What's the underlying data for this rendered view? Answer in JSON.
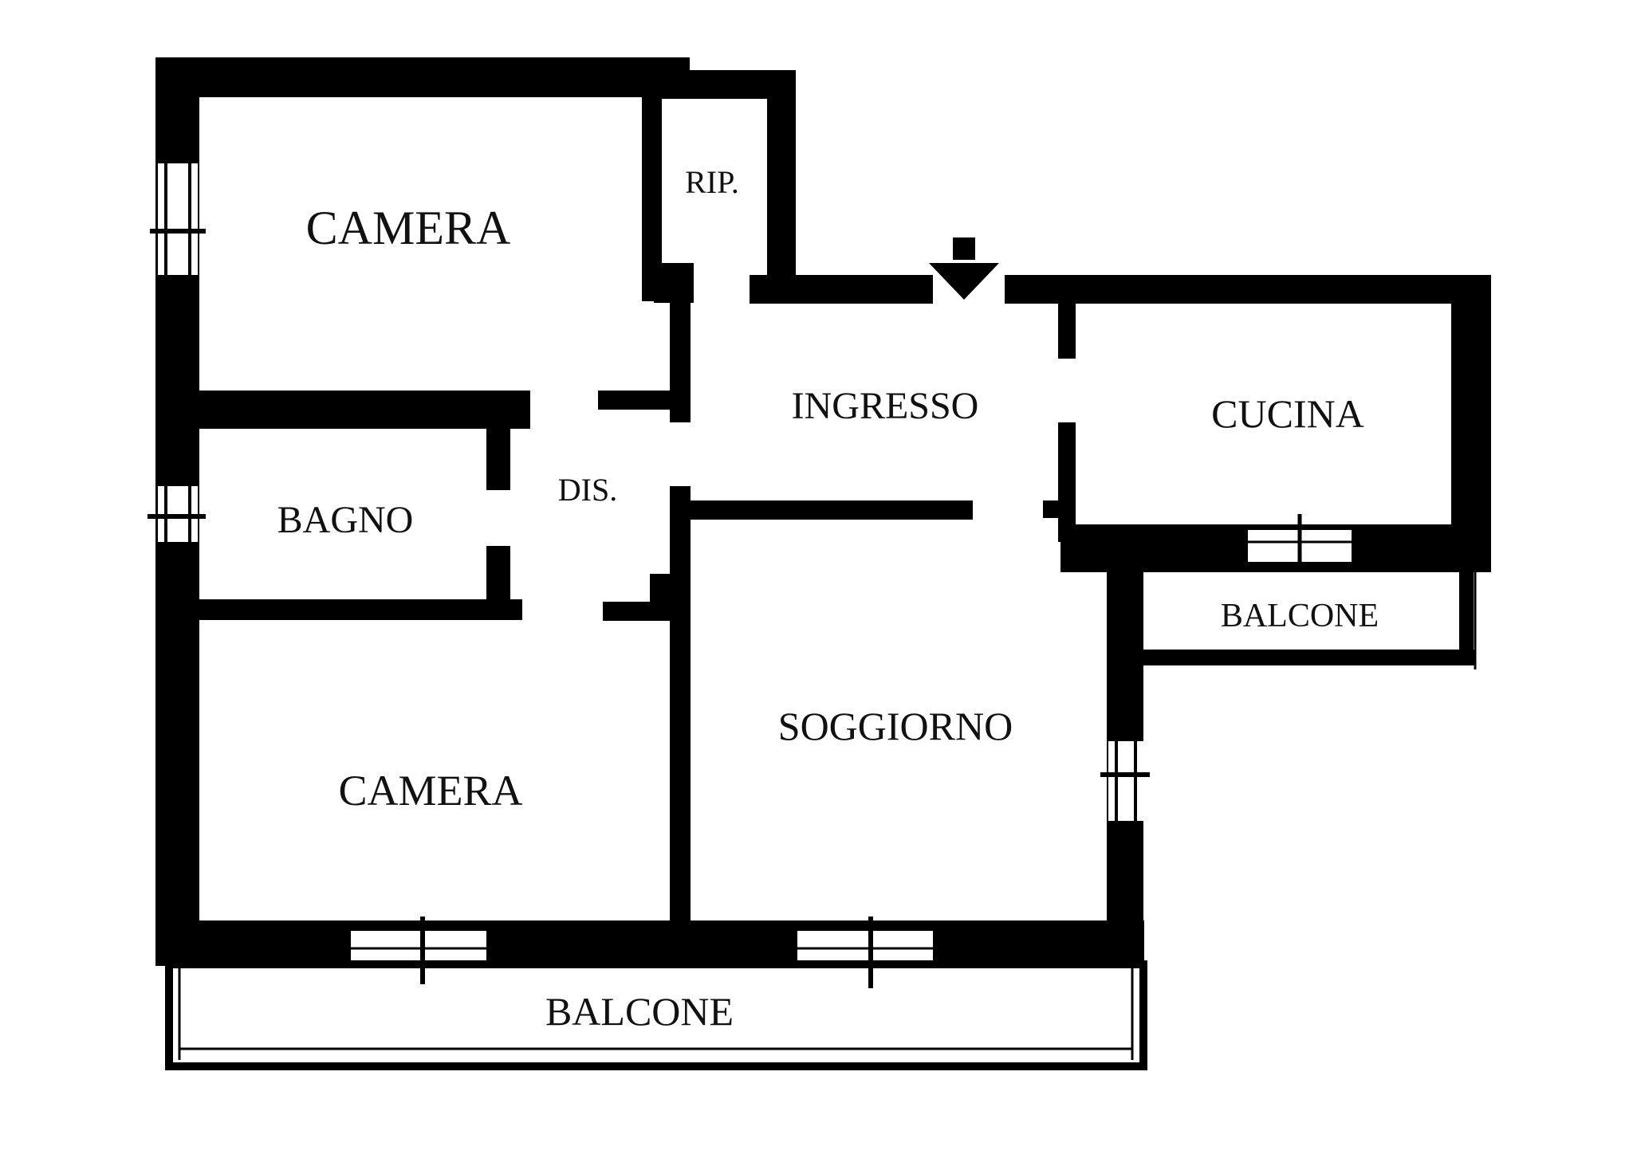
{
  "plan": {
    "colors": {
      "wall": "#000000",
      "background": "#ffffff",
      "text": "#111111"
    },
    "rooms": {
      "camera_top": "CAMERA",
      "rip": "RIP.",
      "ingresso": "INGRESSO",
      "cucina": "CUCINA",
      "bagno": "BAGNO",
      "dis": "DIS.",
      "balcone_right": "BALCONE",
      "soggiorno": "SOGGIORNO",
      "camera_bottom": "CAMERA",
      "balcone_bottom": "BALCONE"
    },
    "entrance_icon": "down-arrow-icon"
  }
}
